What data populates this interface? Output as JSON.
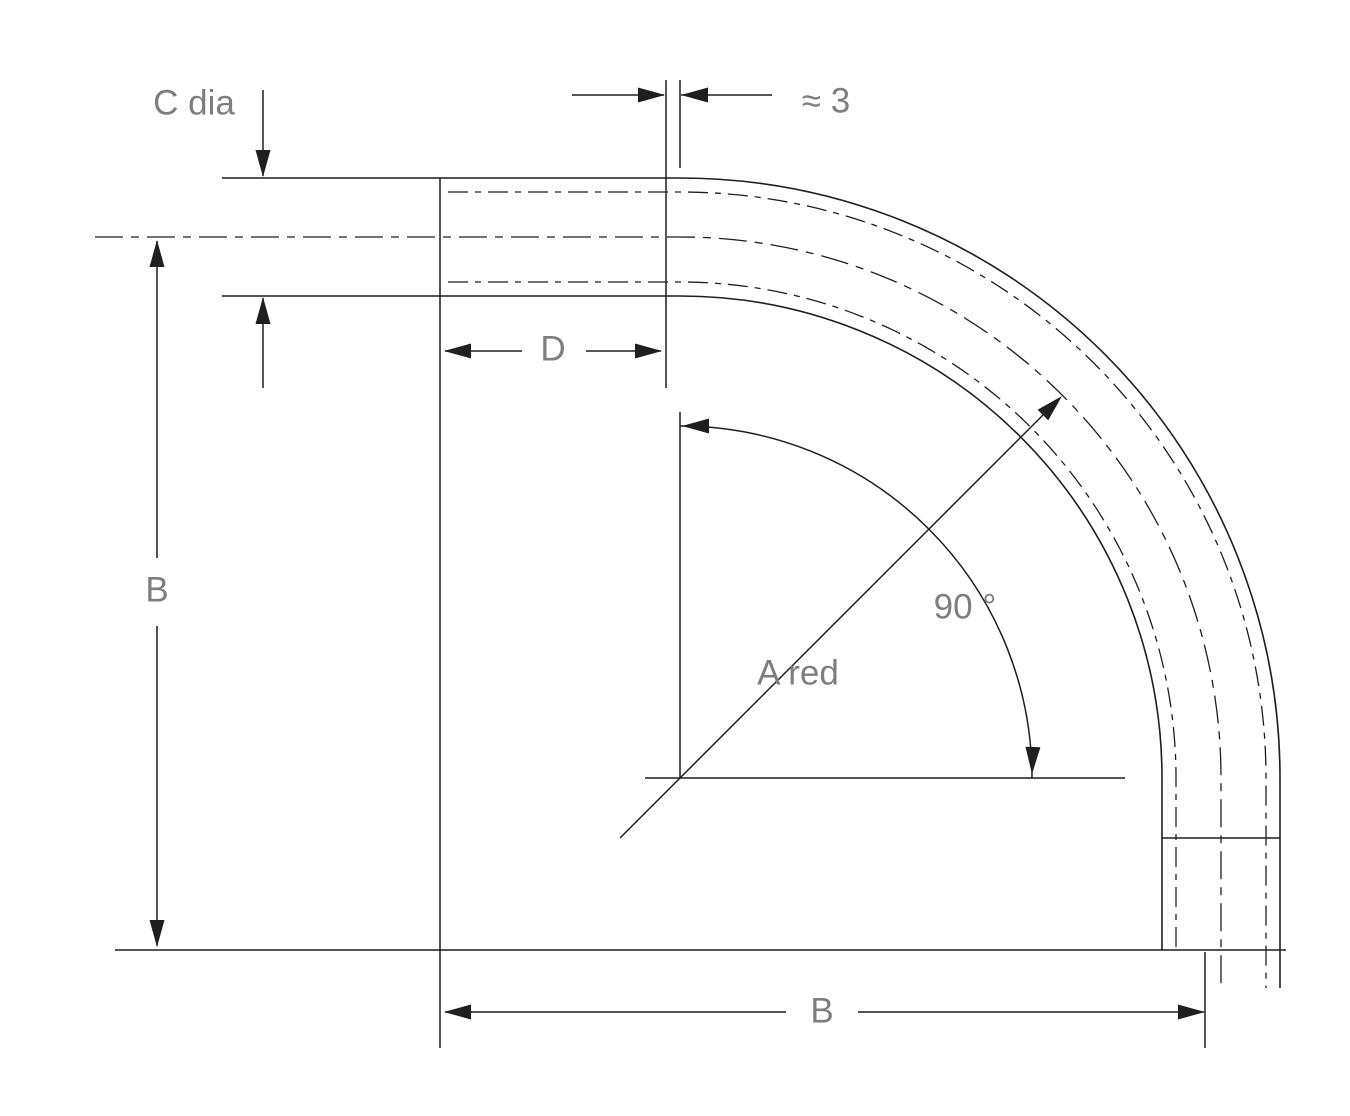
{
  "drawing": {
    "description": "Technical dimension drawing of a 90 degree tube bend",
    "labels": {
      "c_dia": "C dia",
      "approx_gap": "≈ 3",
      "d_length": "D",
      "b_height": "B",
      "b_width": "B",
      "bend_angle": "90 °",
      "bend_radius": "A red"
    },
    "colors": {
      "background": "#ffffff",
      "line": "#1f1f1f",
      "text": "#7e7e7e"
    }
  }
}
